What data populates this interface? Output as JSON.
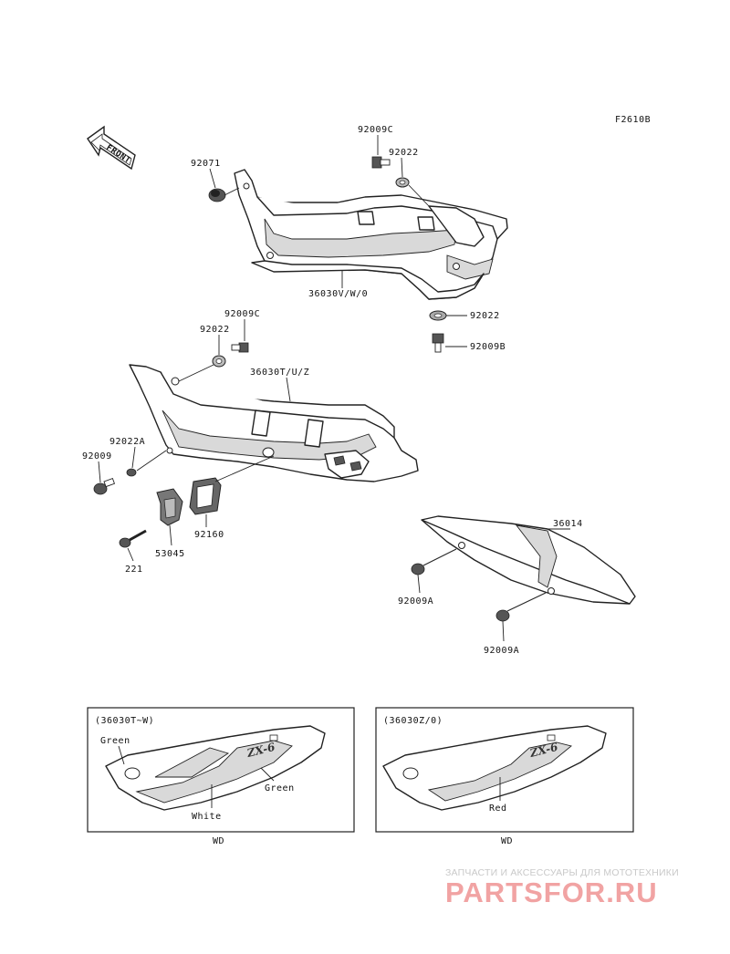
{
  "figure_code": "F2610B",
  "front_badge": "FRONT",
  "labels": {
    "p92071": "92071",
    "p92009C_top": "92009C",
    "p92022_top": "92022",
    "p36030V": "36030V/W/0",
    "p92022_right": "92022",
    "p92009B": "92009B",
    "p92009C_mid": "92009C",
    "p92022_mid": "92022",
    "p36030T": "36030T/U/Z",
    "p92022A": "92022A",
    "p92009": "92009",
    "p92160": "92160",
    "p53045": "53045",
    "p221": "221",
    "p36014": "36014",
    "p92009A_a": "92009A",
    "p92009A_b": "92009A"
  },
  "inset_left": {
    "title": "(36030T~W)",
    "color_green_1": "Green",
    "color_green_2": "Green",
    "color_white": "White",
    "model": "WD"
  },
  "inset_right": {
    "title": "(36030Z/0)",
    "color_red": "Red",
    "model": "WD"
  },
  "watermark": {
    "tagline": "ЗАПЧАСТИ И АКСЕССУАРЫ ДЛЯ МОТОТЕХНИКИ",
    "logo": "PARTSFOR.RU"
  }
}
